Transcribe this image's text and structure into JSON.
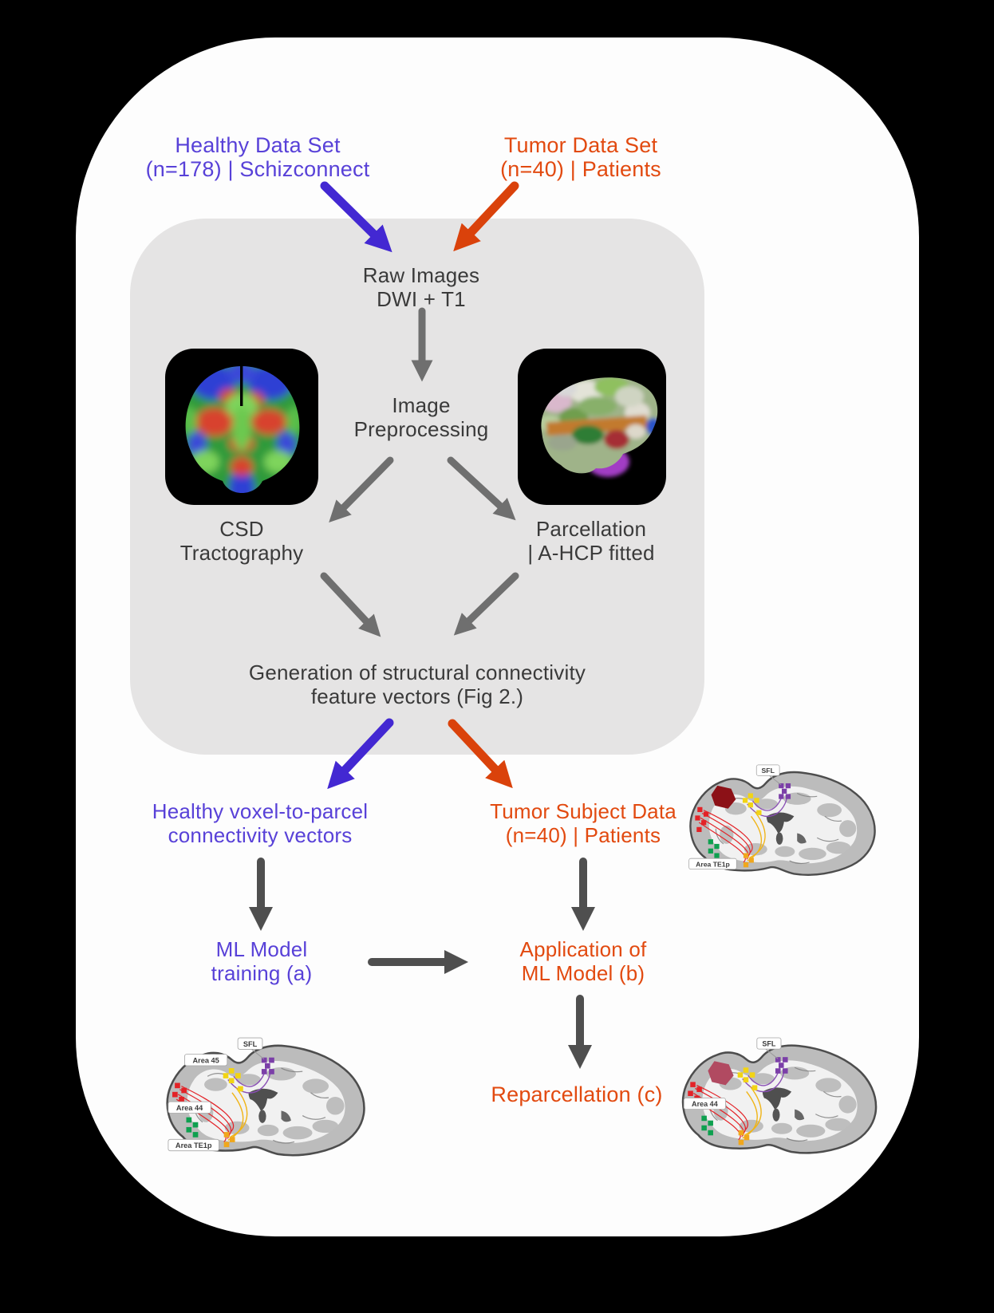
{
  "figure": {
    "description": "Brain tumor ML pipeline flow diagram",
    "background": "#000000",
    "card_color": "#fdfdfd",
    "panel_color": "#e5e4e4"
  },
  "colors": {
    "healthy_accent": "#5841d8",
    "healthy_arrow": "#4328d2",
    "tumor_accent": "#e24a10",
    "tumor_arrow": "#da420b",
    "arrow_gray": "#6f6f6f",
    "arrow_dark_gray": "#4f4f4f",
    "text_dark": "#3a3a3a",
    "tumor_blob_dark": "#8c1117",
    "tumor_blob_light": "#b14a61"
  },
  "dataset_labels": {
    "healthy": {
      "line1": "Healthy Data Set",
      "line2": "(n=178) | Schizconnect"
    },
    "tumor": {
      "line1": "Tumor Data Set",
      "line2": "(n=40) | Patients"
    }
  },
  "pipeline": {
    "raw_images": {
      "line1": "Raw Images",
      "line2": "DWI + T1"
    },
    "preprocessing": {
      "line1": "Image",
      "line2": "Preprocessing"
    },
    "csd_tractography": {
      "line1": "CSD",
      "line2": "Tractography"
    },
    "parcellation": {
      "line1": "Parcellation",
      "line2": "| A-HCP fitted"
    },
    "generation": {
      "line1": "Generation of structural connectivity",
      "line2": "feature vectors (Fig 2.)"
    }
  },
  "outputs": {
    "healthy_vectors": {
      "line1": "Healthy voxel-to-parcel",
      "line2": "connectivity vectors"
    },
    "tumor_subject": {
      "line1": "Tumor Subject Data",
      "line2": "(n=40) | Patients"
    },
    "ml_training": {
      "line1": "ML Model",
      "line2": "training (a)"
    },
    "ml_application": {
      "line1": "Application of",
      "line2": "ML Model (b)"
    },
    "reparcellation": "Reparcellation (c)"
  },
  "brains": {
    "tumor_top": {
      "labels": {
        "sfl": "SFL",
        "te1p": "Area TE1p"
      }
    },
    "healthy": {
      "labels": {
        "sfl": "SFL",
        "a45": "Area 45",
        "a44": "Area 44",
        "te1p": "Area TE1p"
      }
    },
    "tumor_bottom": {
      "labels": {
        "sfl": "SFL",
        "a44": "Area 44"
      }
    }
  }
}
